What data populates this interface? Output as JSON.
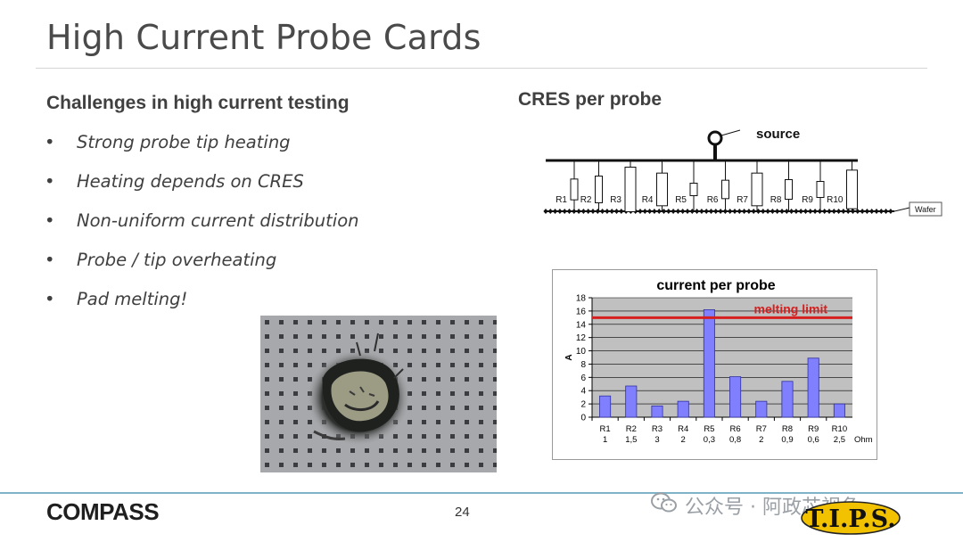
{
  "slide": {
    "title": "High Current Probe Cards",
    "subtitle": "Challenges in high current testing",
    "bullets": [
      "Strong probe tip heating",
      "Heating depends on CRES",
      "Non-uniform current distribution",
      "Probe / tip overheating",
      "Pad melting!"
    ],
    "right_title": "CRES per probe",
    "page_number": "24"
  },
  "circuit": {
    "source_label": "source",
    "wafer_label": "Wafer",
    "resistors": [
      {
        "label": "R1",
        "ohm": 1.0
      },
      {
        "label": "R2",
        "ohm": 1.5
      },
      {
        "label": "R3",
        "ohm": 3.0
      },
      {
        "label": "R4",
        "ohm": 2.0
      },
      {
        "label": "R5",
        "ohm": 0.3
      },
      {
        "label": "R6",
        "ohm": 0.8
      },
      {
        "label": "R7",
        "ohm": 2.0
      },
      {
        "label": "R8",
        "ohm": 0.9
      },
      {
        "label": "R9",
        "ohm": 0.6
      },
      {
        "label": "R10",
        "ohm": 2.5
      }
    ]
  },
  "chart_data": {
    "type": "bar",
    "title": "current per probe",
    "ylabel": "A",
    "xunit": "Ohm",
    "categories": [
      "R1",
      "R2",
      "R3",
      "R4",
      "R5",
      "R6",
      "R7",
      "R8",
      "R9",
      "R10"
    ],
    "resistance_labels": [
      "1",
      "1,5",
      "3",
      "2",
      "0,3",
      "0,8",
      "2",
      "0,9",
      "0,6",
      "2,5"
    ],
    "values": [
      3.2,
      4.7,
      1.7,
      2.4,
      16.2,
      6.1,
      2.4,
      5.4,
      8.9,
      2.0
    ],
    "ylim": [
      0,
      18
    ],
    "yticks": [
      0,
      2,
      4,
      6,
      8,
      10,
      12,
      14,
      16,
      18
    ],
    "limit_line": {
      "label": "melting limit",
      "value": 15
    },
    "grid": true,
    "colors": {
      "bar": "#8080ff",
      "limit": "#d62020",
      "limit_text": "#d62020",
      "plot_bg": "#c0c0c0"
    }
  },
  "footer": {
    "logo": "COMPASS",
    "watermark": "公众号 · 阿政芯视角",
    "partner_logo": "T.I.P.S."
  },
  "colors": {
    "title": "#4a4a4a",
    "text": "#404040",
    "footer_rule": "#7fb3c8",
    "tips_logo_bg": "#f2c200"
  }
}
